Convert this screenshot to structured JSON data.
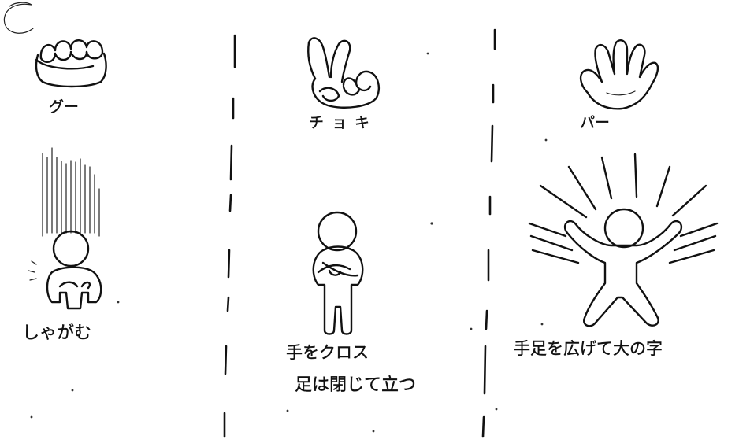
{
  "columns": [
    {
      "id": "rock",
      "hand_label": "グー",
      "pose_caption_lines": [
        "しゃがむ"
      ]
    },
    {
      "id": "scissors",
      "hand_label": "チョキ",
      "pose_caption_lines": [
        "手をクロス",
        "足は閉じて立つ"
      ]
    },
    {
      "id": "paper",
      "hand_label": "パー",
      "pose_caption_lines": [
        "手足を広げて大の字"
      ]
    }
  ]
}
